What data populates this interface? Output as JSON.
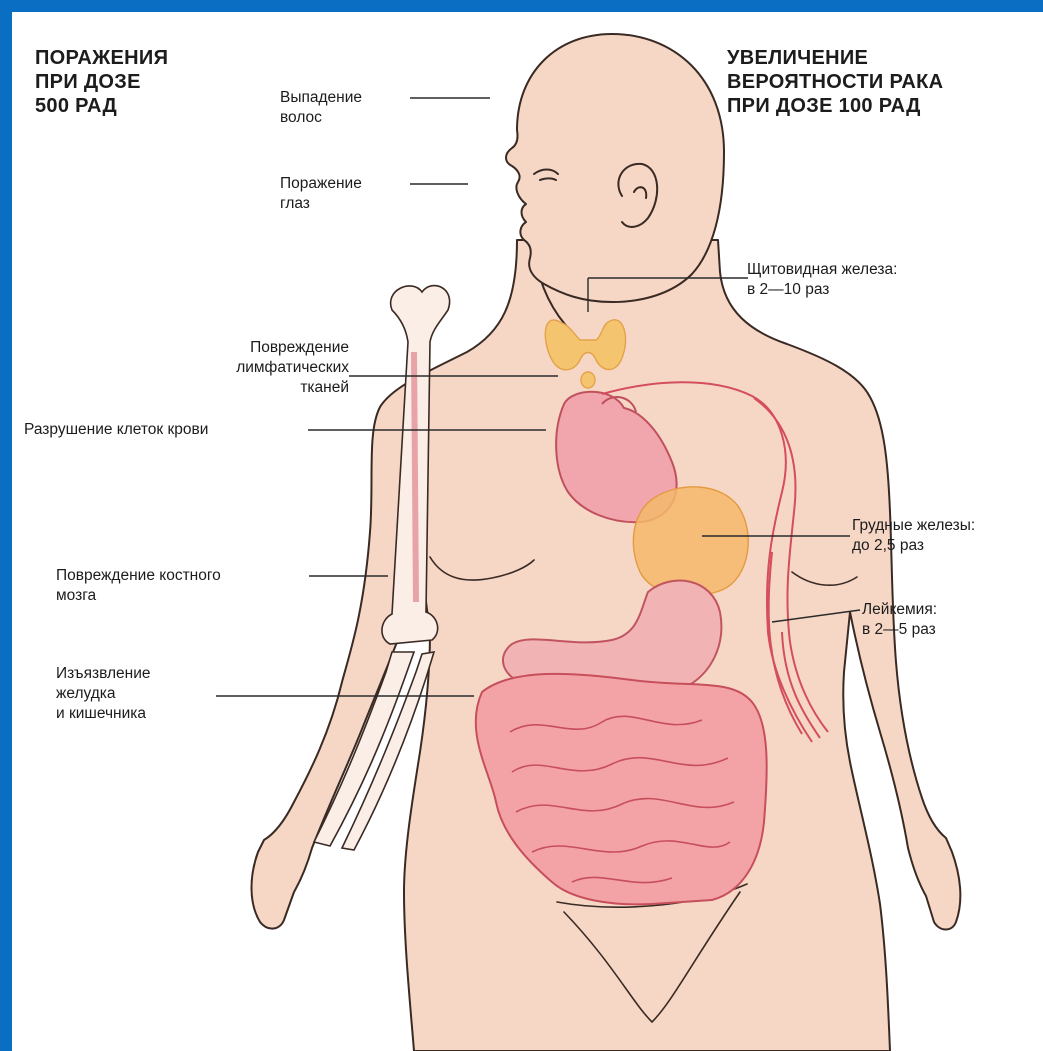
{
  "headings": {
    "left": [
      "ПОРАЖЕНИЯ",
      "ПРИ ДОЗЕ",
      "500 РАД"
    ],
    "right": [
      "УВЕЛИЧЕНИЕ",
      "ВЕРОЯТНОСТИ РАКА",
      "ПРИ ДОЗЕ 100 РАД"
    ]
  },
  "labels": {
    "hair_loss": [
      "Выпадение",
      "волос"
    ],
    "eye_damage": [
      "Поражение",
      "глаз"
    ],
    "lymph_damage": [
      "Повреждение",
      "лимфатических",
      "тканей"
    ],
    "blood_cells": [
      "Разрушение клеток крови"
    ],
    "bone_marrow": [
      "Повреждение костного",
      "мозга"
    ],
    "ulcer": [
      "Изъязвление",
      "желудка",
      "и кишечника"
    ],
    "thyroid": [
      "Щитовидная железа:",
      "в 2—10 раз"
    ],
    "breast": [
      "Грудные железы:",
      "до 2,5 раз"
    ],
    "leukemia": [
      "Лейкемия:",
      "в 2—5 раз"
    ]
  },
  "colors": {
    "frame": "#0a6fc2",
    "skin": "#f6d7c6",
    "outline": "#3a2a24",
    "organ": "#e57c86",
    "thyroid": "#f5c46e"
  }
}
